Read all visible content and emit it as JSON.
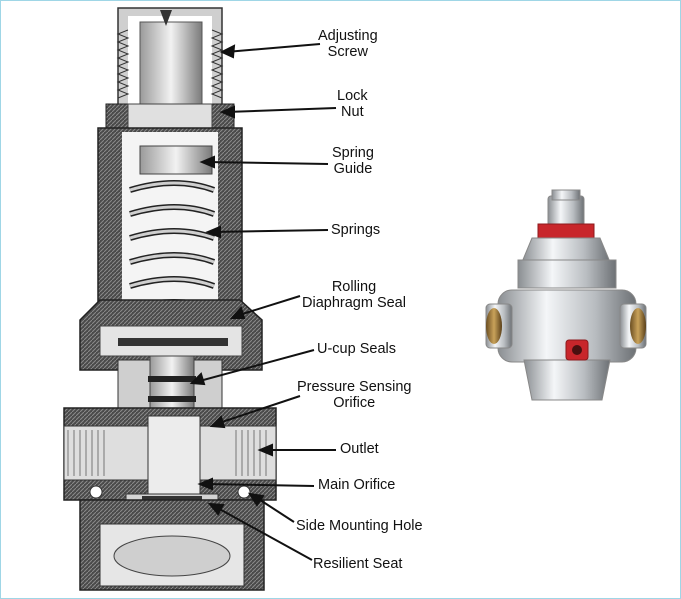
{
  "labels": {
    "adjusting_screw": [
      "Adjusting",
      "Screw"
    ],
    "lock_nut": [
      "Lock",
      "Nut"
    ],
    "spring_guide": [
      "Spring",
      "Guide"
    ],
    "springs": "Springs",
    "rolling_diaphragm_seal": [
      "Rolling",
      "Diaphragm Seal"
    ],
    "u_cup_seals": "U-cup Seals",
    "pressure_sensing_orifice": [
      "Pressure Sensing",
      "Orifice"
    ],
    "outlet": "Outlet",
    "main_orifice": "Main Orifice",
    "side_mounting_hole": "Side Mounting Hole",
    "resilient_seat": "Resilient Seat"
  },
  "colors": {
    "frame": "#9fd6e6",
    "metal_light": "#d9d9d9",
    "metal_dark": "#3a3a3a",
    "valve_red": "#c8262b",
    "brass": "#a07a3a"
  }
}
